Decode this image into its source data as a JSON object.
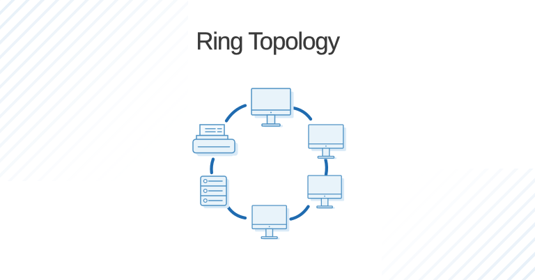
{
  "page": {
    "title": "Ring Topology",
    "title_color": "#3a3a3a",
    "background": "#ffffff"
  },
  "diagram": {
    "type": "network-topology",
    "topology": "ring",
    "nodes": [
      {
        "id": "computer-top",
        "type": "desktop-computer",
        "icon": "monitor-icon"
      },
      {
        "id": "computer-upper-right",
        "type": "desktop-computer",
        "icon": "monitor-icon"
      },
      {
        "id": "computer-lower-right",
        "type": "desktop-computer",
        "icon": "monitor-icon"
      },
      {
        "id": "computer-bottom",
        "type": "desktop-computer",
        "icon": "monitor-icon"
      },
      {
        "id": "server",
        "type": "server",
        "icon": "server-icon"
      },
      {
        "id": "printer",
        "type": "printer",
        "icon": "printer-icon"
      }
    ],
    "connections": [
      [
        "printer",
        "computer-top"
      ],
      [
        "computer-top",
        "computer-upper-right"
      ],
      [
        "computer-upper-right",
        "computer-lower-right"
      ],
      [
        "computer-lower-right",
        "computer-bottom"
      ],
      [
        "computer-bottom",
        "server"
      ],
      [
        "server",
        "printer"
      ]
    ],
    "colors": {
      "link": "#1f6bb0",
      "outline": "#4f92c4",
      "fill": "#e8f3fa",
      "paper": "#f3f9fd",
      "shadow": "#d9eaf7",
      "stripes": "#e2edf7"
    }
  }
}
